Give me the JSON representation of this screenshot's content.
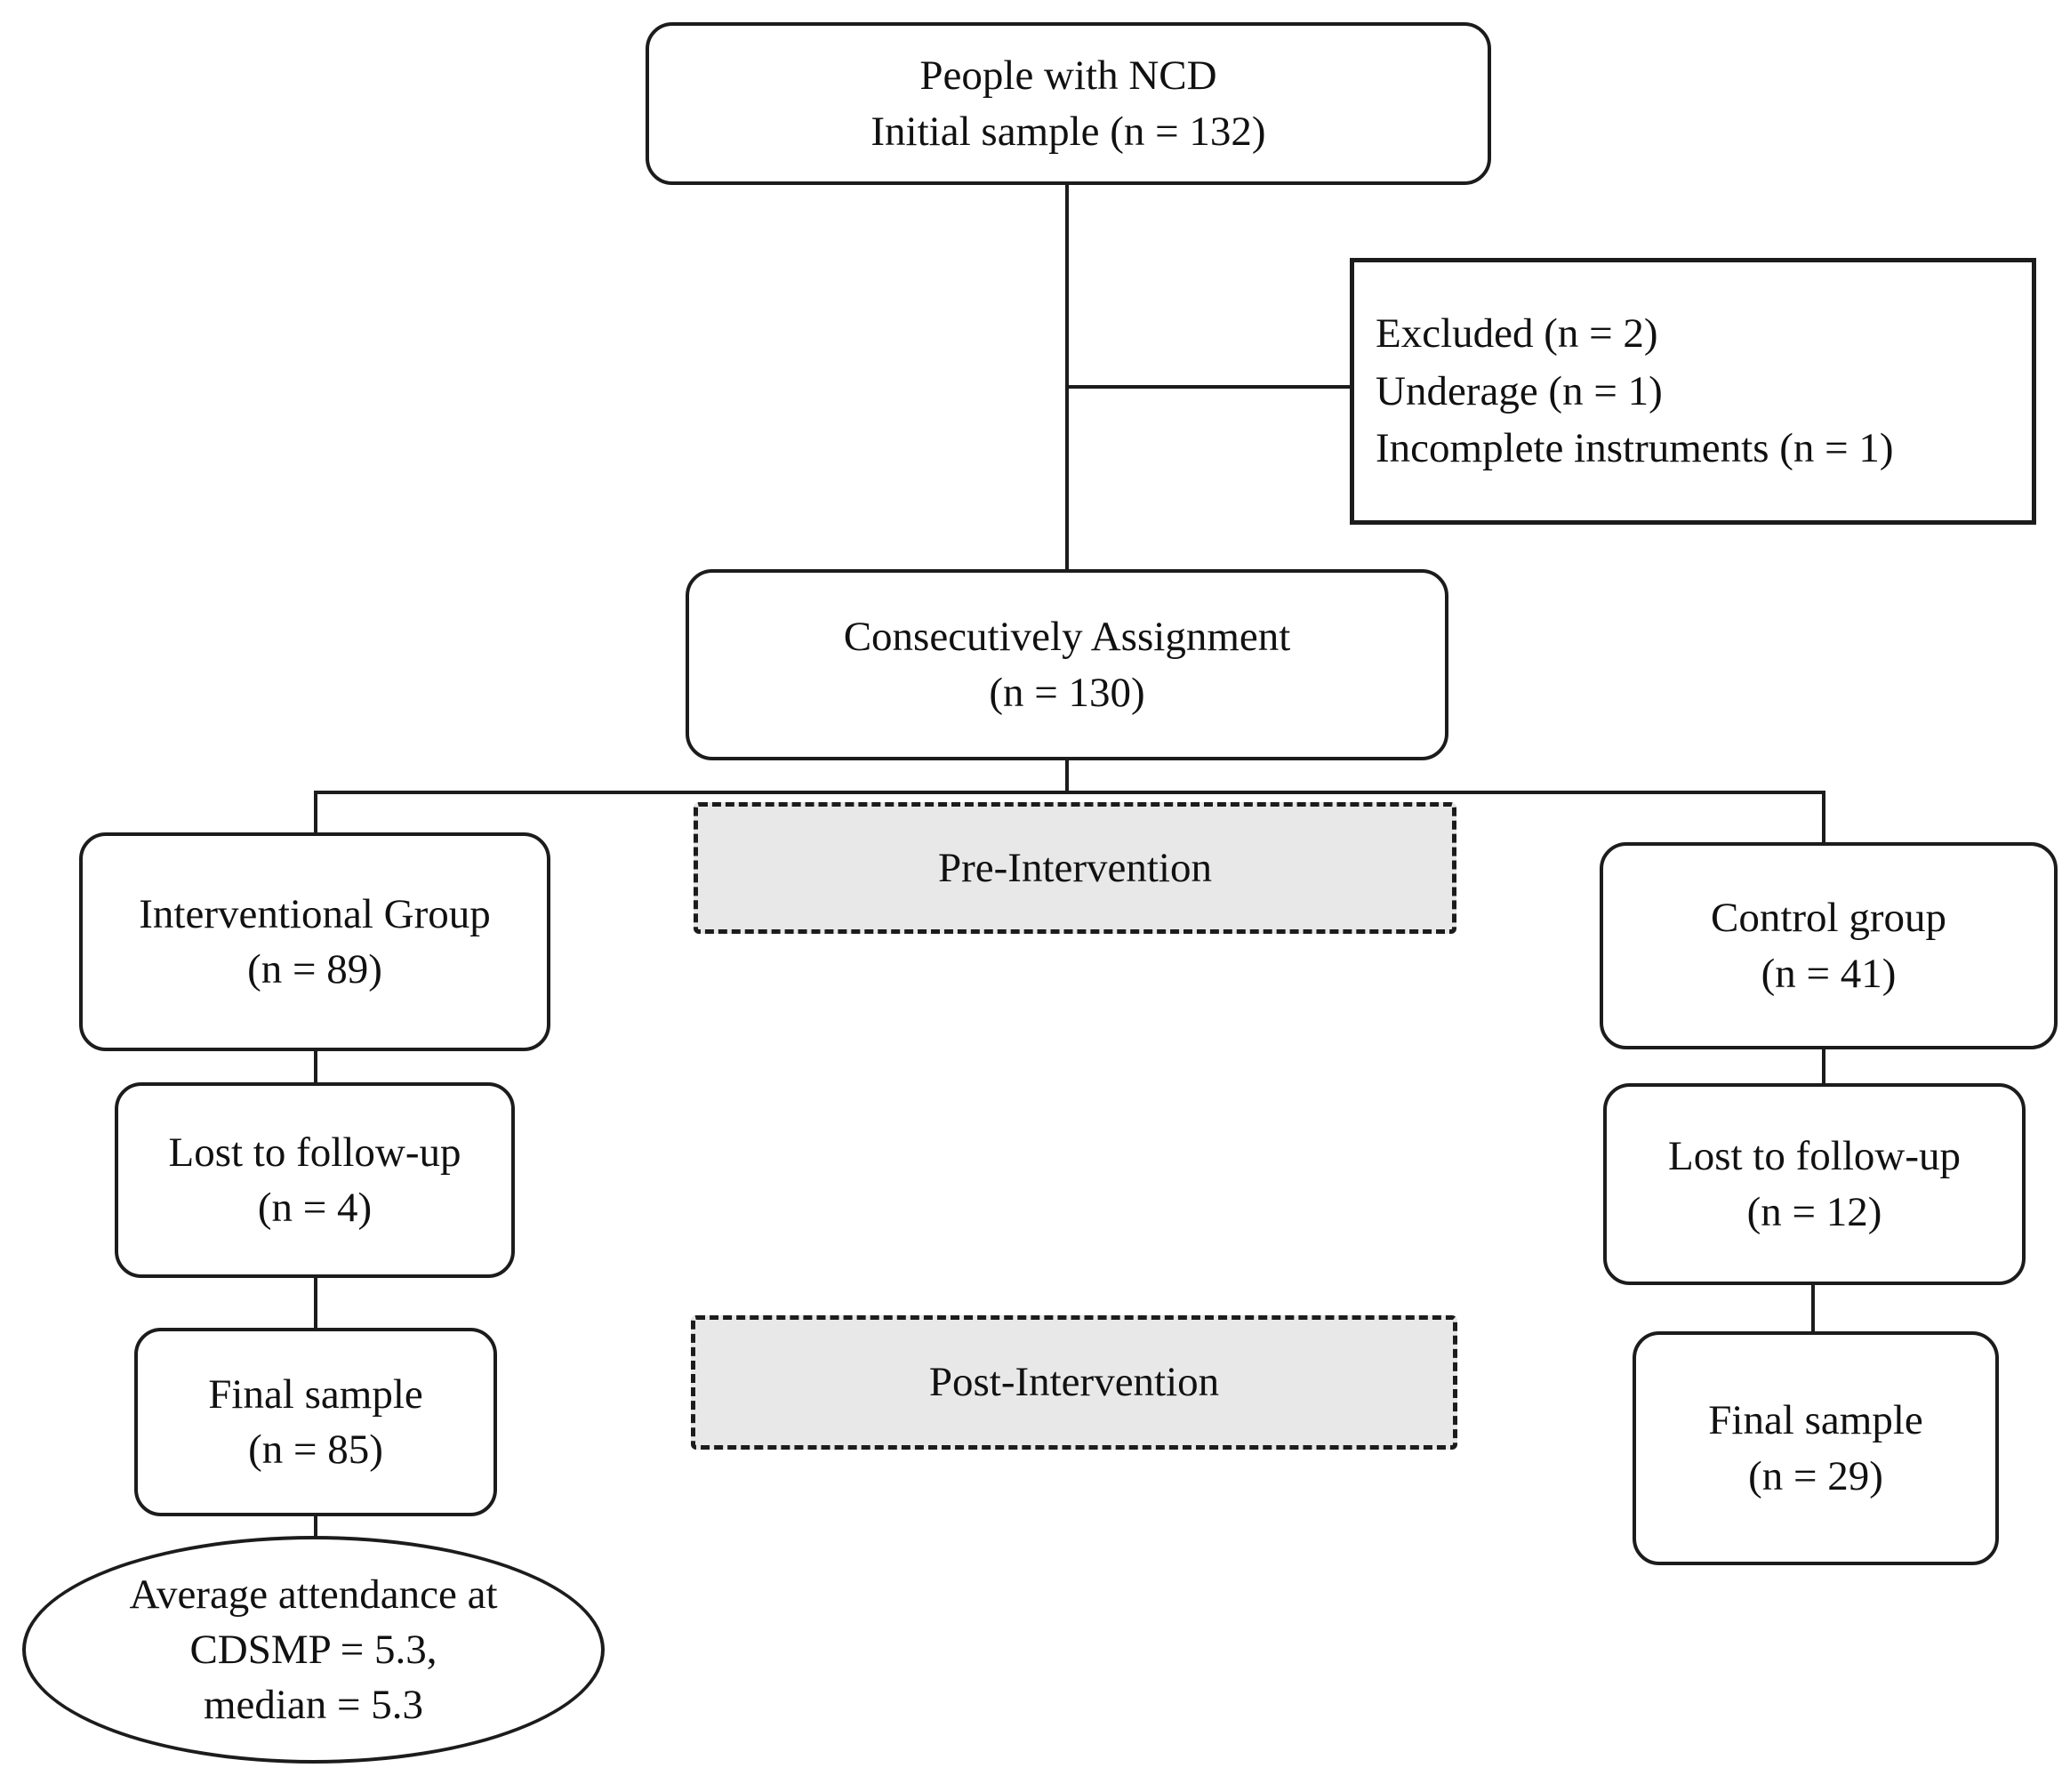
{
  "diagram": {
    "type": "consort-flowchart",
    "nodes": {
      "initial": {
        "line1": "People with NCD",
        "line2": "Initial sample (n = 132)"
      },
      "excluded": {
        "line1": "Excluded (n = 2)",
        "line2": "Underage (n = 1)",
        "line3": "Incomplete instruments (n = 1)"
      },
      "assignment": {
        "line1": "Consecutively Assignment",
        "line2": "(n = 130)"
      },
      "pre_intervention": {
        "label": "Pre-Intervention"
      },
      "interventional": {
        "line1": "Interventional Group",
        "line2": "(n = 89)"
      },
      "control": {
        "line1": "Control group",
        "line2": "(n = 41)"
      },
      "lost_left": {
        "line1": "Lost to follow-up",
        "line2": "(n = 4)"
      },
      "lost_right": {
        "line1": "Lost to follow-up",
        "line2": "(n = 12)"
      },
      "post_intervention": {
        "label": "Post-Intervention"
      },
      "final_left": {
        "line1": "Final sample",
        "line2": "(n = 85)"
      },
      "final_right": {
        "line1": "Final sample",
        "line2": "(n = 29)"
      },
      "attendance": {
        "line1": "Average attendance at",
        "line2": "CDSMP = 5.3,",
        "line3": "median = 5.3"
      }
    },
    "colors": {
      "border": "#1c1c1c",
      "node_fill": "#ffffff",
      "phase_fill": "#e8e8e8",
      "text": "#111111",
      "background": "#ffffff"
    }
  }
}
